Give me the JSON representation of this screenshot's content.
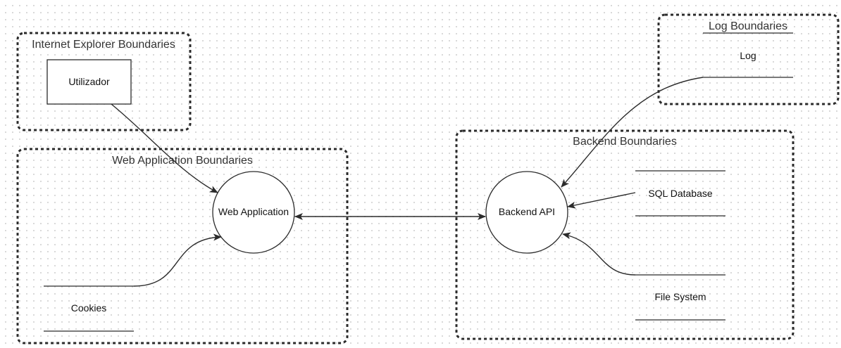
{
  "diagram": {
    "boundaries": {
      "internet_explorer": "Internet Explorer Boundaries",
      "web_application": "Web Application Boundaries",
      "backend": "Backend Boundaries",
      "log": "Log Boundaries"
    },
    "entities": {
      "utilizador": "Utilizador"
    },
    "processes": {
      "web_application": "Web Application",
      "backend_api": "Backend API"
    },
    "data_stores": {
      "cookies": "Cookies",
      "sql_database": "SQL Database",
      "file_system": "File System",
      "log": "Log"
    },
    "colors": {
      "line": "#2b2b2b",
      "background": "#ffffff",
      "grid_dot": "#d6d6d6"
    }
  }
}
